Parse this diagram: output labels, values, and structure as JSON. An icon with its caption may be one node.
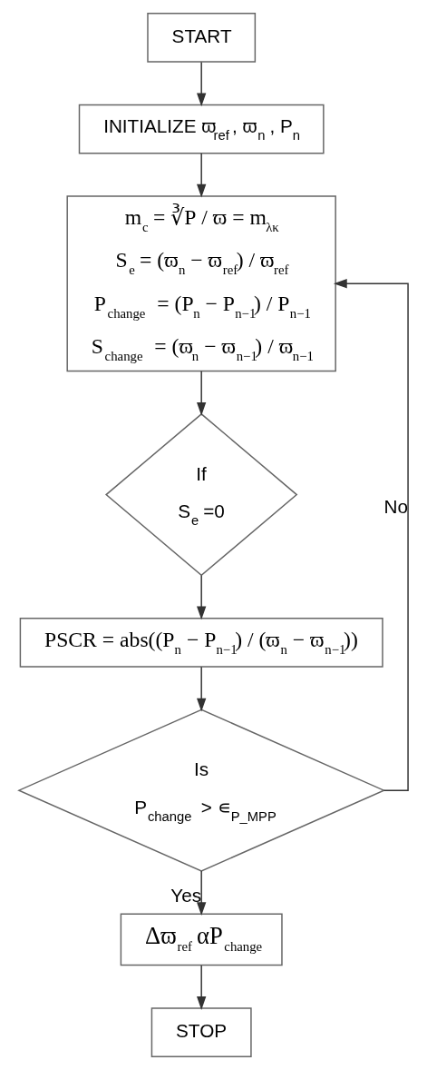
{
  "diagram": {
    "nodes": [
      {
        "text": [
          "START"
        ]
      },
      {
        "text": [
          "INITIALIZE ϖ$_{ref}$ , ϖ$_{n}$ , P$_{n}$"
        ]
      },
      {
        "text": [
          "m$_{c}$ = ∛P / ϖ = m$_{λκ}$",
          "S$_{e}$ = (ϖ$_{n}$ − ϖ$_{ref}$) / ϖ$_{ref}$",
          "P$_{change}$ = (P$_{n}$ − P$_{n−1}$) / P$_{n−1}$",
          "S$_{change}$ = (ϖ$_{n}$ − ϖ$_{n−1}$) / ϖ$_{n−1}$"
        ]
      },
      {
        "text": [
          "If",
          "S$_{e}$ =0"
        ]
      },
      {
        "text": [
          "PSCR = abs((P$_{n}$ − P$_{n−1}$) / (ϖ$_{n}$ − ϖ$_{n−1}$))"
        ]
      },
      {
        "text": [
          "Is",
          "P$_{change}$ > ∊$_{P_MPP}$"
        ]
      },
      {
        "text": [
          "Δϖ$_{ref}$ αP$_{change}$"
        ]
      },
      {
        "text": [
          "STOP"
        ]
      }
    ],
    "edges": [
      {
        "from": 0,
        "to": 1,
        "arrow": "to"
      },
      {
        "from": 1,
        "to": 2,
        "arrow": "to"
      },
      {
        "from": 2,
        "to": 3,
        "arrow": "to"
      },
      {
        "from": 3,
        "to": 4,
        "arrow": "to"
      },
      {
        "from": 4,
        "to": 5,
        "arrow": "to"
      },
      {
        "from": 5,
        "to": 2,
        "arrow": "to",
        "label": "No"
      },
      {
        "from": 5,
        "to": 6,
        "arrow": "to",
        "label": "Yes"
      },
      {
        "from": 6,
        "to": 7,
        "arrow": "to"
      }
    ]
  }
}
